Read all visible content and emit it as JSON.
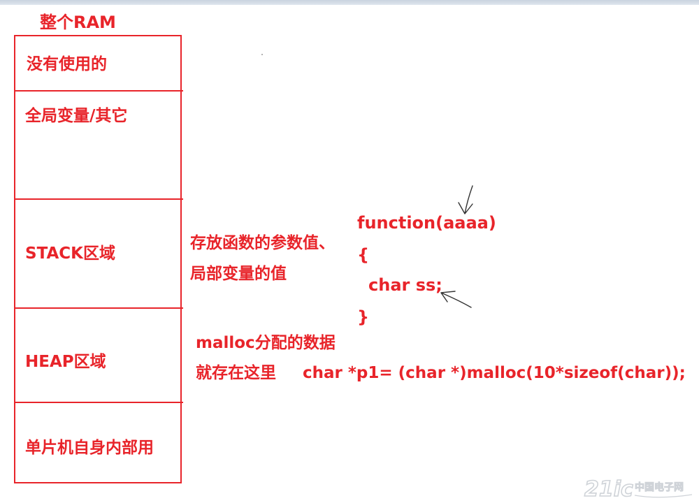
{
  "title": "整个RAM",
  "sections": [
    {
      "label": "没有使用的"
    },
    {
      "label": "全局变量/其它"
    },
    {
      "label": "STACK区域"
    },
    {
      "label": "HEAP区域"
    },
    {
      "label": "单片机自身内部用"
    }
  ],
  "stack_note": {
    "line1": "存放函数的参数值、",
    "line2": "局部变量的值"
  },
  "code_function": {
    "line1": "function(aaaa)",
    "line2": "{",
    "line3": "char ss;",
    "line4": "}"
  },
  "heap_note": {
    "line1": "malloc分配的数据",
    "line2": "就存在这里"
  },
  "heap_code": "char *p1=  (char *)malloc(10*sizeof(char));",
  "watermark": {
    "logo": "21ic",
    "text": "中国电子网"
  },
  "colors": {
    "annotation": "#e8242a",
    "arrow": "#333333",
    "watermark": "#cfd3d8"
  }
}
